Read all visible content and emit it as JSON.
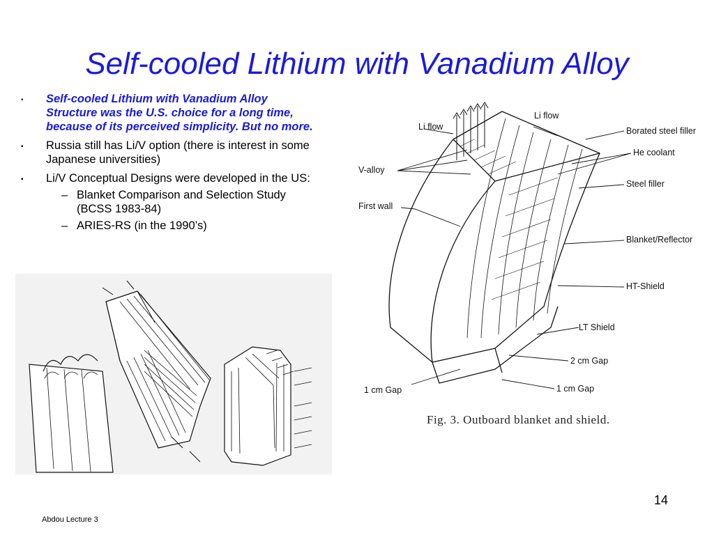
{
  "slide": {
    "title": "Self-cooled Lithium with Vanadium Alloy",
    "bullets": [
      {
        "text": "Self-cooled Lithium with Vanadium Alloy Structure was the U.S. choice for a long time, because of its perceived simplicity. But no more.",
        "emphasis": true
      },
      {
        "text": "Russia still has Li/V option (there is interest in some Japanese universities)",
        "emphasis": false
      },
      {
        "text": "Li/V Conceptual Designs were developed in the US:",
        "emphasis": false,
        "sub": [
          "Blanket Comparison and Selection Study (BCSS 1983-84)",
          "ARIES-RS (in the 1990’s)"
        ]
      }
    ],
    "bullet_marker": "▪",
    "dash_marker": "–",
    "page_number": "14",
    "footer": "Abdou Lecture 3",
    "accent_color": "#1a1adc"
  },
  "figure": {
    "caption": "Fig. 3.  Outboard blanket and shield.",
    "labels": {
      "li_flow_left": "Li flow",
      "li_flow_top": "Li flow",
      "v_alloy": "V-alloy",
      "first_wall": "First wall",
      "gap_1cm_left": "1 cm Gap",
      "borated_steel_filler": "Borated steel filler",
      "he_coolant": "He coolant",
      "steel_filler": "Steel filler",
      "blanket_reflector": "Blanket/Reflector",
      "ht_shield": "HT-Shield",
      "lt_shield": "LT Shield",
      "gap_2cm": "2 cm Gap",
      "gap_1cm_right": "1 cm Gap"
    }
  }
}
